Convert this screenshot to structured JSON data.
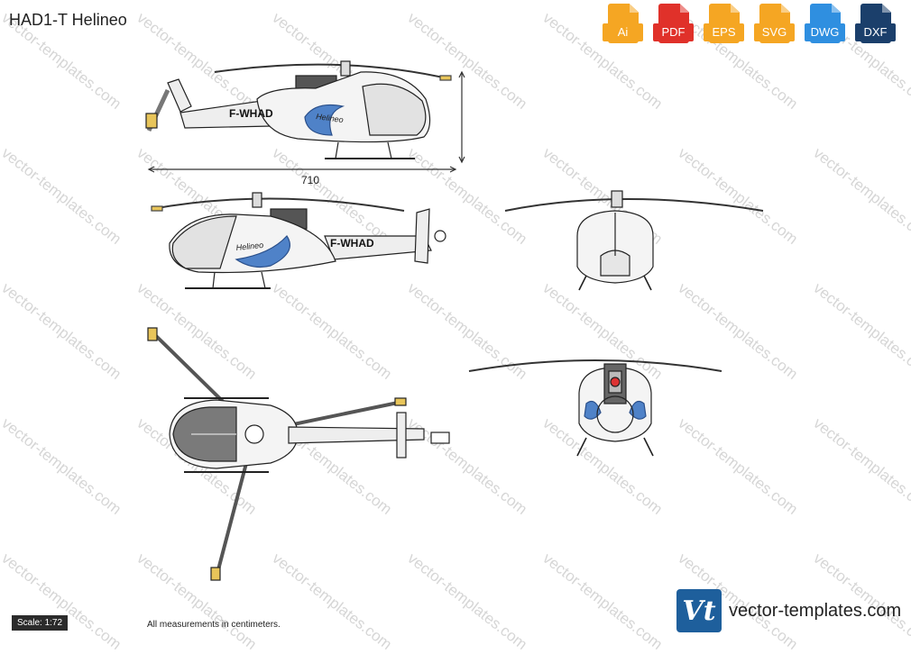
{
  "title": "HAD1-T Helineo",
  "formats": [
    {
      "label": "Ai",
      "color": "#f5a623",
      "icon": "ai-file-icon"
    },
    {
      "label": "PDF",
      "color": "#e0312a",
      "icon": "pdf-file-icon"
    },
    {
      "label": "EPS",
      "color": "#f5a623",
      "icon": "eps-file-icon"
    },
    {
      "label": "SVG",
      "color": "#f5a623",
      "icon": "svg-file-icon"
    },
    {
      "label": "DWG",
      "color": "#2f8fe0",
      "icon": "dwg-file-icon"
    },
    {
      "label": "DXF",
      "color": "#1b3f6b",
      "icon": "dxf-file-icon"
    }
  ],
  "drawing": {
    "dimension_length": "710",
    "registration": "F-WHAD",
    "brand_on_hull": "Helineo",
    "accent_color": "#4f82c8"
  },
  "scale": "Scale: 1:72",
  "note": "All measurements in centimeters.",
  "watermark": "vector-templates.com",
  "site": {
    "logo": "Vt",
    "name": "vector-templates.com"
  }
}
